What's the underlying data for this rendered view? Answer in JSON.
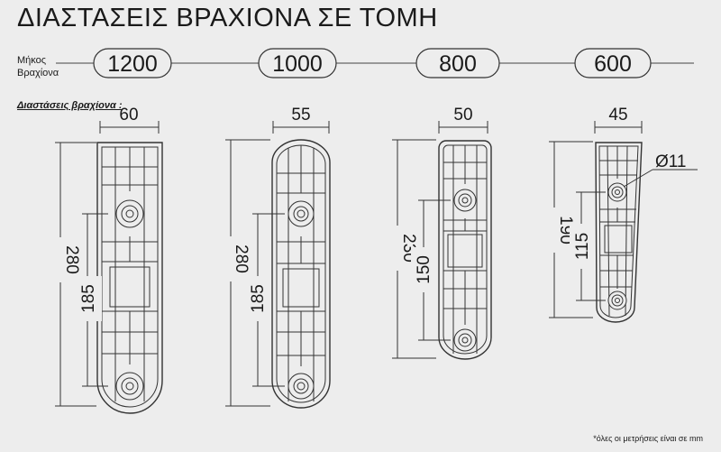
{
  "title": "ΔΙΑΣΤΑΣΕΙΣ ΒΡΑΧΙΟΝΑ ΣΕ ΤΟΜΗ",
  "length_label": "Μήκος Βραχίονα",
  "dimensions_label": "Διαστάσεις βραχίονα :",
  "footnote": "*όλες οι μετρήσεις είναι σε mm",
  "arms": [
    {
      "length": "1200",
      "width": "60",
      "height": "280",
      "hole_spacing": "185"
    },
    {
      "length": "1000",
      "width": "55",
      "height": "280",
      "hole_spacing": "185"
    },
    {
      "length": "800",
      "width": "50",
      "height": "230",
      "hole_spacing": "150"
    },
    {
      "length": "600",
      "width": "45",
      "height": "190",
      "hole_spacing": "115",
      "hole_diameter": "Ø11"
    }
  ]
}
